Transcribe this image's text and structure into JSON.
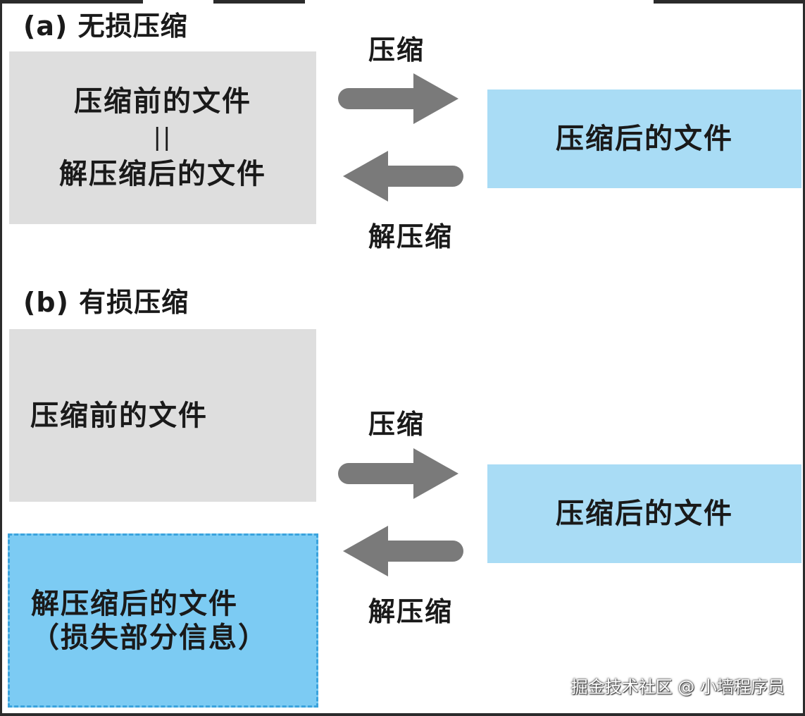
{
  "section_a": {
    "title": "(a) 无损压缩",
    "left_box": {
      "line1": "压缩前的文件",
      "equals": "||",
      "line2": "解压缩后的文件"
    },
    "compress_label": "压缩",
    "decompress_label": "解压缩",
    "right_box": {
      "label": "压缩后的文件"
    }
  },
  "section_b": {
    "title": "(b) 有损压缩",
    "top_left_box": {
      "label": "压缩前的文件"
    },
    "bottom_left_box": {
      "line1": "解压缩后的文件",
      "line2": "（损失部分信息）"
    },
    "compress_label": "压缩",
    "decompress_label": "解压缩",
    "right_box": {
      "label": "压缩后的文件"
    }
  },
  "watermark": "掘金技术社区 @ 小墙程序员",
  "colors": {
    "gray_box": "#dedede",
    "light_blue_box": "#a9dcf5",
    "dashed_blue_box": "#7ccbf3",
    "dashed_border": "#3aa3dd",
    "arrow": "#7a7a7a"
  }
}
